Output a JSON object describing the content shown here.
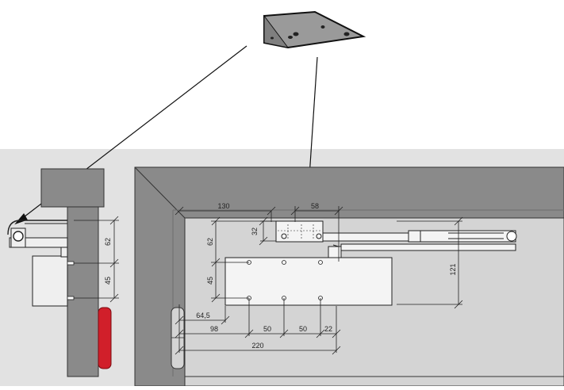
{
  "colors": {
    "background_band": "#e2e2e2",
    "wall": "#8a8a8a",
    "wall_dark": "#6f6f6f",
    "door_leaf": "#d4d4d4",
    "part_fill": "#efefef",
    "bracket_fill": "#9a9a9a",
    "accent_red": "#d11f2a",
    "line": "#222222"
  },
  "icons": {
    "bracket": "mounting-plate-icon"
  },
  "dimensions": {
    "side_view": [
      "62",
      "45"
    ],
    "front_view": {
      "horizontal": [
        "130",
        "58",
        "64,5",
        "98",
        "50",
        "50",
        "22",
        "220"
      ],
      "vertical": [
        "32",
        "62",
        "45",
        "121"
      ]
    }
  }
}
